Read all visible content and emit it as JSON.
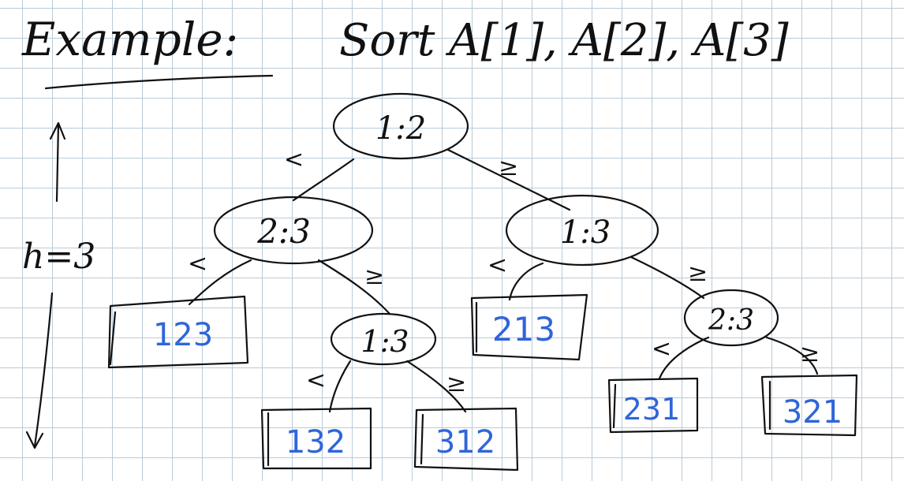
{
  "title": {
    "word": "Example:",
    "rest": "Sort  A[1], A[2], A[3]"
  },
  "height_label": "h=3",
  "nodes": [
    {
      "id": "root",
      "label": "1:2"
    },
    {
      "id": "left",
      "label": "2:3"
    },
    {
      "id": "right",
      "label": "1:3"
    },
    {
      "id": "left-right",
      "label": "1:3"
    },
    {
      "id": "right-right",
      "label": "2:3"
    }
  ],
  "leaves": [
    {
      "id": "leaf-123",
      "label": "123"
    },
    {
      "id": "leaf-132",
      "label": "132"
    },
    {
      "id": "leaf-312",
      "label": "312"
    },
    {
      "id": "leaf-213",
      "label": "213"
    },
    {
      "id": "leaf-231",
      "label": "231"
    },
    {
      "id": "leaf-321",
      "label": "321"
    }
  ],
  "edge_labels": {
    "less": "<",
    "geq": "≥"
  },
  "colors": {
    "ink": "#111111",
    "leaf_text": "#2f66d8",
    "grid": "#b9cbd8"
  }
}
